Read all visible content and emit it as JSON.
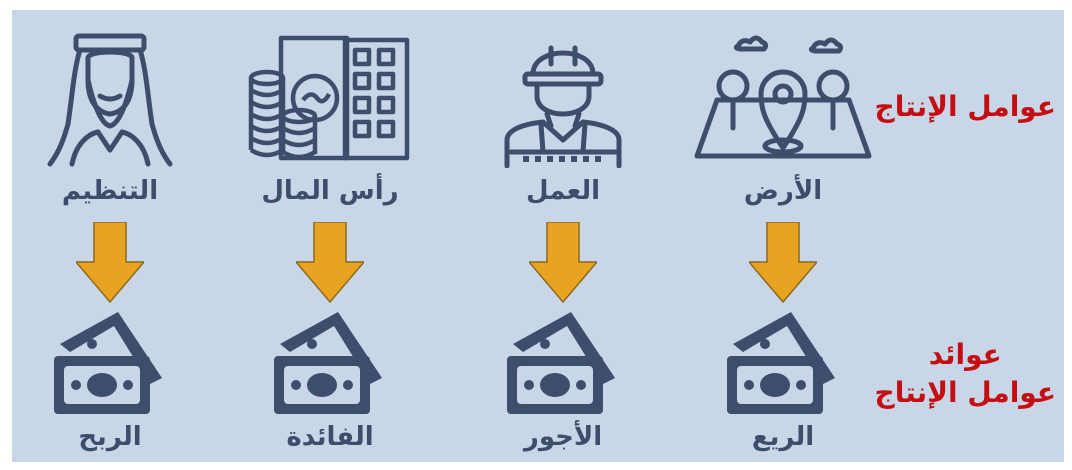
{
  "row_title": "عوامل الإنتاج",
  "returns_title": [
    "عوائد",
    "عوامل الإنتاج"
  ],
  "factors": [
    {
      "label": "الأرض",
      "icon": "land-map-icon",
      "return_label": "الريع"
    },
    {
      "label": "العمل",
      "icon": "worker-icon",
      "return_label": "الأجور"
    },
    {
      "label": "رأس المال",
      "icon": "capital-icon",
      "return_label": "الفائدة"
    },
    {
      "label": "التنظيم",
      "icon": "entrepreneur-icon",
      "return_label": "الربح"
    }
  ],
  "colors": {
    "background": "#c9d6e8",
    "icon": "#3d4d6c",
    "arrow": "#e8a420",
    "title": "#c40e12"
  }
}
